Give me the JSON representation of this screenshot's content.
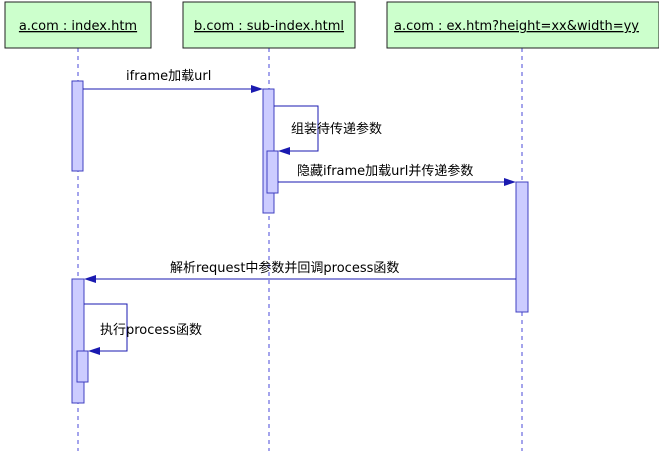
{
  "participants": [
    {
      "label": "a.com : index.htm"
    },
    {
      "label": "b.com : sub-index.html"
    },
    {
      "label": "a.com : ex.htm?height=xx&width=yy"
    }
  ],
  "messages": [
    {
      "label": "iframe加载url"
    },
    {
      "label": "组装待传递参数"
    },
    {
      "label": "隐藏iframe加载url并传递参数"
    },
    {
      "label": "解析request中参数并回调process函数"
    },
    {
      "label": "执行process函数"
    }
  ],
  "colors": {
    "actor_fill": "#ccffcc",
    "activation_fill": "#ccccff",
    "line": "#1a1ab0",
    "lifeline": "#4a4ad8"
  }
}
